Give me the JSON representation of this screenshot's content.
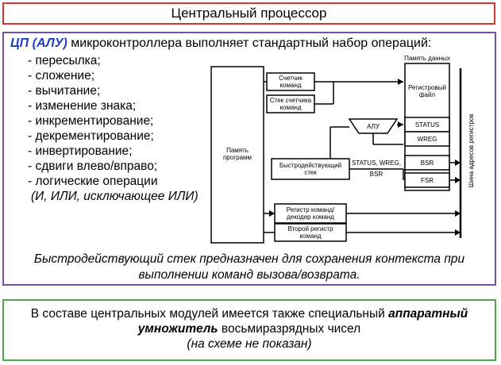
{
  "title": "Центральный процессор",
  "intro": {
    "accent": "ЦП (АЛУ)",
    "rest": " микроконтроллера выполняет стандартный набор операций:"
  },
  "operations": [
    "- пересылка;",
    "- сложение;",
    "- вычитание;",
    "- изменение знака;",
    "- инкрементирование;",
    "- декрементирование;",
    "- инвертирование;",
    "- сдвиги влево/вправо;",
    "- логические операции"
  ],
  "operations_note": "(И, ИЛИ, исключающее ИЛИ)",
  "diagram": {
    "data_memory_label": "Память данных",
    "program_memory": [
      "Память",
      "программ"
    ],
    "counter": [
      "Счетчик",
      "команд"
    ],
    "counter_stack": [
      "Стек счетчика",
      "команд"
    ],
    "alu": "АЛУ",
    "fast_stack": [
      "Быстродействующий",
      "стек"
    ],
    "fast_stack_link": [
      "STATUS, WREG,",
      "BSR"
    ],
    "register_file": [
      "Регистровый",
      "файл"
    ],
    "status": "STATUS",
    "wreg": "WREG",
    "bsr": "BSR",
    "fsr": "FSR",
    "instr_register": [
      "Регистр команд/",
      "декодер команд"
    ],
    "second_register": [
      "Второй регистр",
      "команд"
    ],
    "bus_label": "Шина адресов регистров"
  },
  "note": [
    "Быстродействующий стек  предназначен для сохранения контекста  при",
    "выполнении команд вызова/возврата."
  ],
  "bottom": {
    "line1_prefix": "В составе центральных модулей имеется также специальный ",
    "line1_bold": "аппаратный",
    "line2_bold": "умножитель",
    "line2_rest": "  восьмиразрядных чисел",
    "line3": "(на схеме не показан)"
  },
  "colors": {
    "title_border": "#d9342b",
    "main_border": "#7a4fa0",
    "bottom_border": "#4fa84a",
    "accent_text": "#1f3fbf"
  }
}
